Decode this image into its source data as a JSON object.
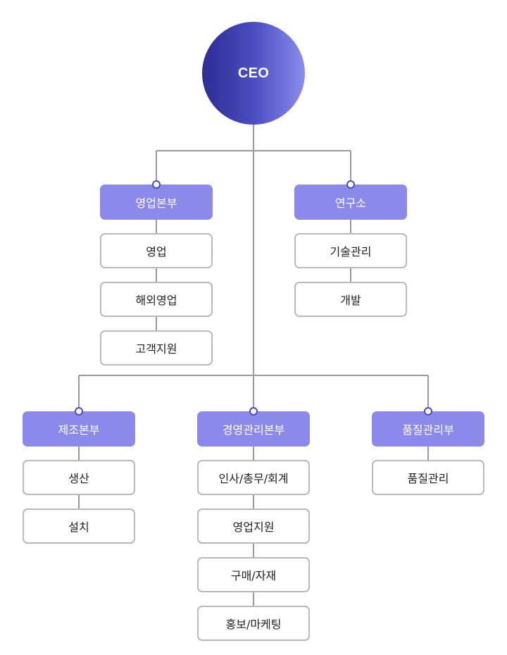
{
  "ceo": {
    "label": "CEO"
  },
  "divisions": [
    {
      "name": "영업본부",
      "teams": [
        "영업",
        "해외영업",
        "고객지원"
      ]
    },
    {
      "name": "연구소",
      "teams": [
        "기술관리",
        "개발"
      ]
    },
    {
      "name": "제조본부",
      "teams": [
        "생산",
        "설치"
      ]
    },
    {
      "name": "경영관리본부",
      "teams": [
        "인사/총무/회계",
        "영업지원",
        "구매/자재",
        "홍보/마케팅"
      ]
    },
    {
      "name": "품질관리부",
      "teams": [
        "품질관리"
      ]
    }
  ],
  "colors": {
    "ceo_gradient": [
      "#2c2d94",
      "#8a8cee"
    ],
    "division_fill": "#8b8aea",
    "team_border": "#b9b9b9",
    "connector_line": "#999999",
    "dot_border": "#4a4bbf"
  }
}
